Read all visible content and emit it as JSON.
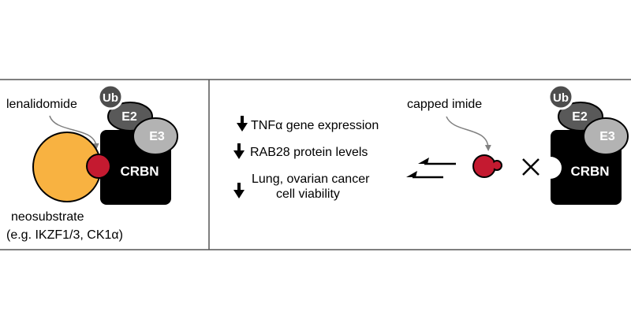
{
  "left_panel": {
    "drug_label": "lenalidomide",
    "neosubstrate_label": "neosubstrate",
    "neosubstrate_examples": "(e.g. IKZF1/3, CK1α)",
    "crbn": "CRBN",
    "e3": "E3",
    "e2": "E2",
    "ub": "Ub"
  },
  "middle_panel": {
    "effects": [
      {
        "line1": "TNFα gene expression",
        "line2": ""
      },
      {
        "line1": "RAB28 protein levels",
        "line2": ""
      },
      {
        "line1": "Lung, ovarian cancer",
        "line2": "cell viability"
      }
    ]
  },
  "right_panel": {
    "drug_label": "capped imide",
    "crbn": "CRBN",
    "e3": "E3",
    "e2": "E2",
    "ub": "Ub"
  },
  "colors": {
    "neosubstrate": "#f8b241",
    "drug": "#c41a30",
    "crbn": "#000000",
    "e3": "#b3b3b3",
    "e2": "#595959",
    "ub": "#4d4d4d",
    "frame": "#555555"
  }
}
